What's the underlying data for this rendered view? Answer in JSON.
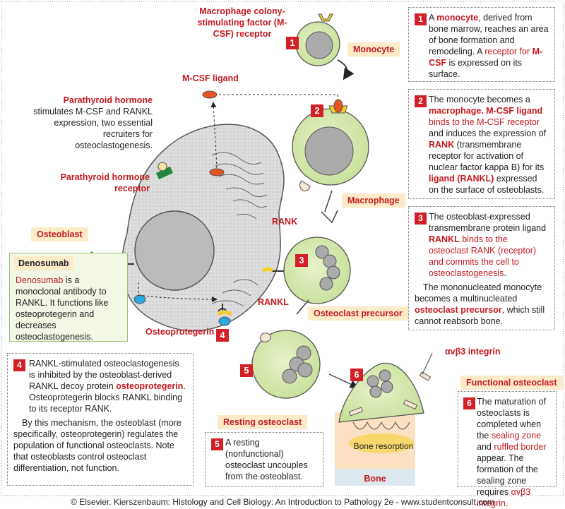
{
  "labels": {
    "mcsf_receptor": "Macrophage colony-stimulating factor (M-CSF) receptor",
    "monocyte": "Monocyte",
    "mcsf_ligand": "M-CSF ligand",
    "macrophage": "Macrophage",
    "pth_title": "Parathyroid hormone",
    "pth_rest": " stimulates M-CSF and RANKL expression, two essential recruiters for osteoclastogenesis.",
    "pth_receptor": "Parathyroid hormone receptor",
    "osteoblast": "Osteoblast",
    "denosumab": "Denosumab",
    "denosumab_word": "Denosumab",
    "denosumab_desc": " is a monoclonal antibody to RANKL. It functions like osteoprotegerin and decreases osteoclastogenesis.",
    "rank": "RANK",
    "rankl": "RANKL",
    "osteoprotegerin": "Osteoprotegerin",
    "osteoclast_precursor": "Osteoclast precursor",
    "integrin": "αvβ3 integrin",
    "functional_osteoclast": "Functional osteoclast",
    "resting_osteoclast": "Resting osteoclast",
    "bone_resorption": "Bone resorption",
    "bone": "Bone"
  },
  "steps": {
    "s1": {
      "num": "1",
      "a": "A ",
      "b": "monocyte",
      "c": ", derived from bone marrow, reaches an area of bone formation and remodeling. A ",
      "d": "receptor for ",
      "e": "M-CSF",
      "f": " is expressed on its surface."
    },
    "s2": {
      "num": "2",
      "a": "The monocyte becomes a ",
      "b": "macrophage.",
      "c": " ",
      "d": "M-CSF ligand",
      "e": " binds to the M-CSF receptor",
      "f": " and induces the expression of ",
      "g": "RANK",
      "h": " (transmembrane receptor for activation of nuclear factor kappa B) for its ",
      "i": "ligand (RANKL)",
      "j": " expressed on the surface of osteoblasts."
    },
    "s3": {
      "num": "3",
      "a": "The osteoblast-expressed transmembrane protein ligand ",
      "b": "RANKL",
      "c": " binds to the osteoclast RANK (receptor) and commits the cell to osteoclastogenesis",
      "d": ".",
      "e": "The mononucleated monocyte becomes a multinucleated ",
      "f": "osteoclast precursor",
      "g": ", which still cannot reabsorb bone."
    },
    "s4": {
      "num": "4",
      "a": "RANKL-stimulated osteoclastogenesis is inhibited by the osteoblast-derived RANKL decoy protein ",
      "b": "osteoprotegerin",
      "c": ". Osteoprotegerin blocks RANKL binding to its receptor RANK.",
      "d": "By this mechanism, the osteoblast (more specifically, osteoprotegerin) regulates the population of functional osteoclasts. Note that osteoblasts control osteoclast differentiation, not function."
    },
    "s5": {
      "num": "5",
      "a": "A resting (nonfunctional) osteoclast uncouples from the osteoblast."
    },
    "s6": {
      "num": "6",
      "a": "The maturation of osteoclasts is completed when the ",
      "b": "sealing zone",
      "c": " and ",
      "d": "ruffled border",
      "e": " appear. The formation of the sealing zone requires ",
      "f": "αvβ3 integrin",
      "g": "."
    }
  },
  "diagram_numbers": {
    "n1": "1",
    "n2": "2",
    "n3": "3",
    "n4": "4",
    "n5": "5",
    "n6": "6"
  },
  "footer": "© Elsevier. Kierszenbaum: Histology and Cell Biology: An Introduction to Pathology 2e - www.studentconsult.com"
}
